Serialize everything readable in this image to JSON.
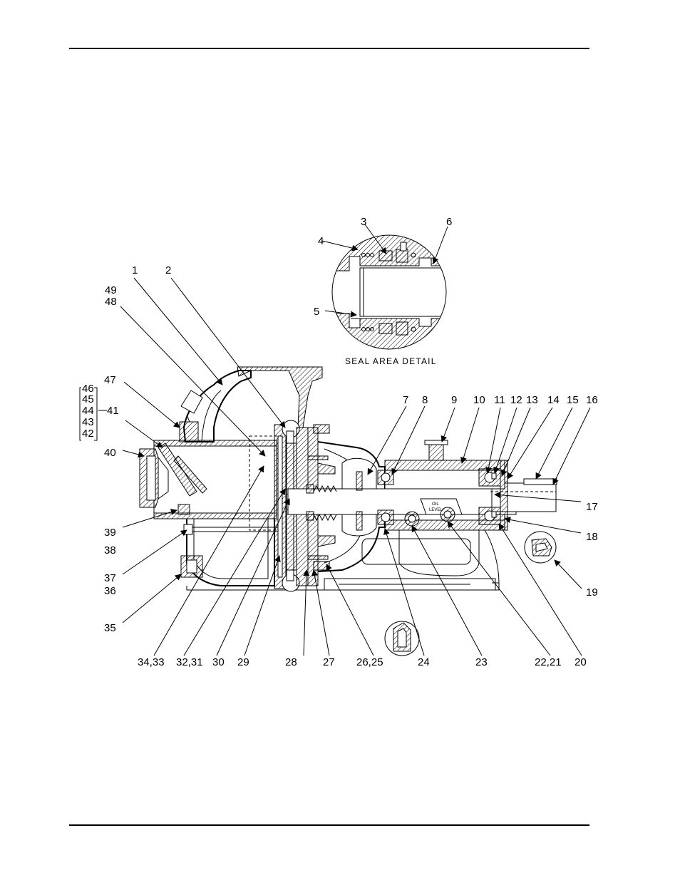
{
  "page": {
    "type": "exploded-parts-sectional-drawing"
  },
  "detail_caption": "SEAL AREA DETAIL",
  "oil_level_text": [
    "OIL",
    "LEVEL"
  ],
  "callouts": {
    "c1": "1",
    "c2": "2",
    "c3": "3",
    "c4": "4",
    "c5": "5",
    "c6": "6",
    "c7": "7",
    "c8": "8",
    "c9": "9",
    "c10": "10",
    "c11": "11",
    "c12": "12",
    "c13": "13",
    "c14": "14",
    "c15": "15",
    "c16": "16",
    "c17": "17",
    "c18": "18",
    "c19": "19",
    "c20": "20",
    "c2221": "22,21",
    "c23": "23",
    "c24": "24",
    "c2625": "26,25",
    "c27": "27",
    "c28": "28",
    "c29": "29",
    "c30": "30",
    "c3231": "32,31",
    "c3433": "34,33",
    "c35": "35",
    "c36": "36",
    "c37": "37",
    "c38": "38",
    "c39": "39",
    "c40": "40",
    "c41": "41",
    "c42": "42",
    "c43": "43",
    "c44": "44",
    "c45": "45",
    "c46": "46",
    "c47": "47",
    "c48": "48",
    "c49": "49"
  }
}
